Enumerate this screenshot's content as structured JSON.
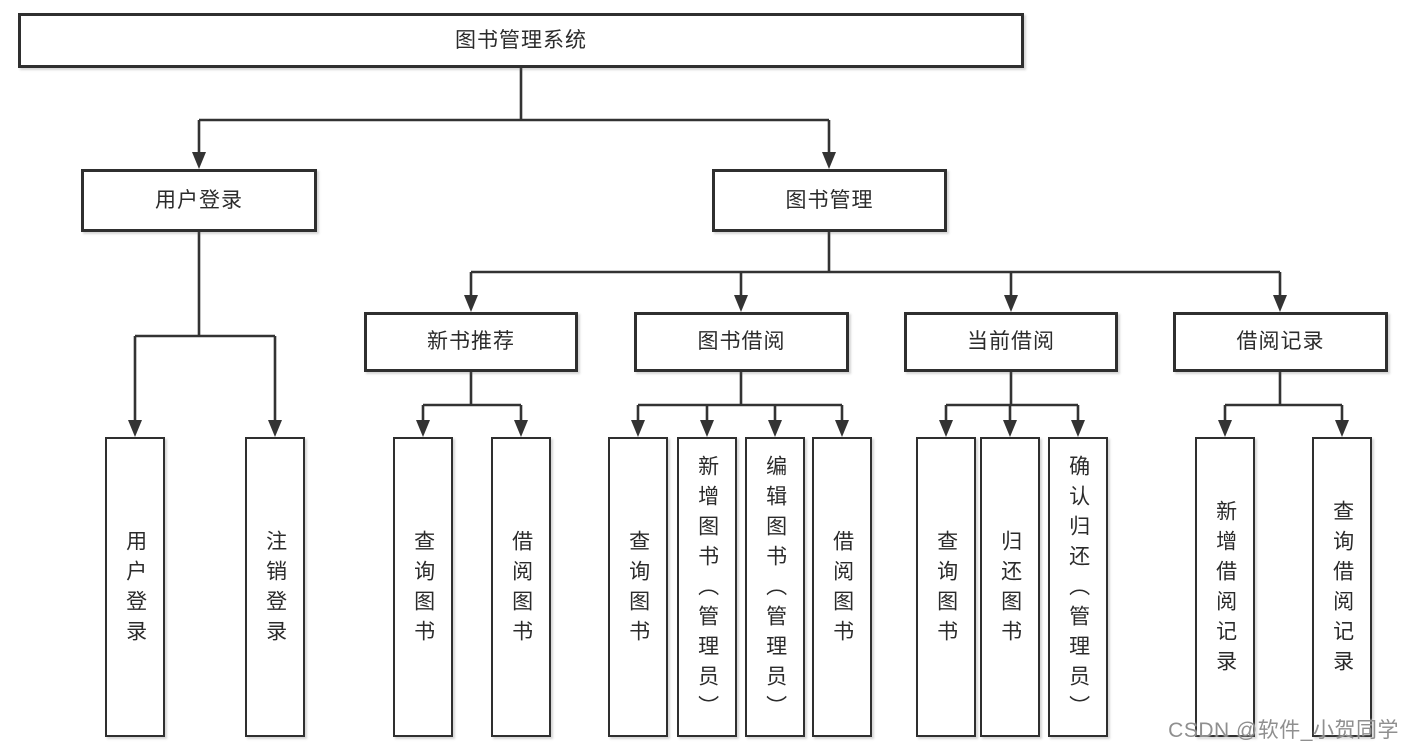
{
  "tree": {
    "root": {
      "label": "图书管理系统",
      "children": [
        {
          "label": "用户登录",
          "children": [
            {
              "label": "用户登录"
            },
            {
              "label": "注销登录"
            }
          ]
        },
        {
          "label": "图书管理",
          "children": [
            {
              "label": "新书推荐",
              "children": [
                {
                  "label": "查询图书"
                },
                {
                  "label": "借阅图书"
                }
              ]
            },
            {
              "label": "图书借阅",
              "children": [
                {
                  "label": "查询图书"
                },
                {
                  "label": "新增图书（管理员）"
                },
                {
                  "label": "编辑图书（管理员）"
                },
                {
                  "label": "借阅图书"
                }
              ]
            },
            {
              "label": "当前借阅",
              "children": [
                {
                  "label": "查询图书"
                },
                {
                  "label": "归还图书"
                },
                {
                  "label": "确认归还（管理员）"
                }
              ]
            },
            {
              "label": "借阅记录",
              "children": [
                {
                  "label": "新增借阅记录"
                },
                {
                  "label": "查询借阅记录"
                }
              ]
            }
          ]
        }
      ]
    }
  },
  "watermark": {
    "text": "CSDN @软件_小贺同学"
  },
  "colors": {
    "line": "#333333",
    "box_border": "#2f2f2f",
    "text": "#2b2b2b",
    "watermark_gray": "#8f8f8f",
    "background": "#ffffff"
  }
}
